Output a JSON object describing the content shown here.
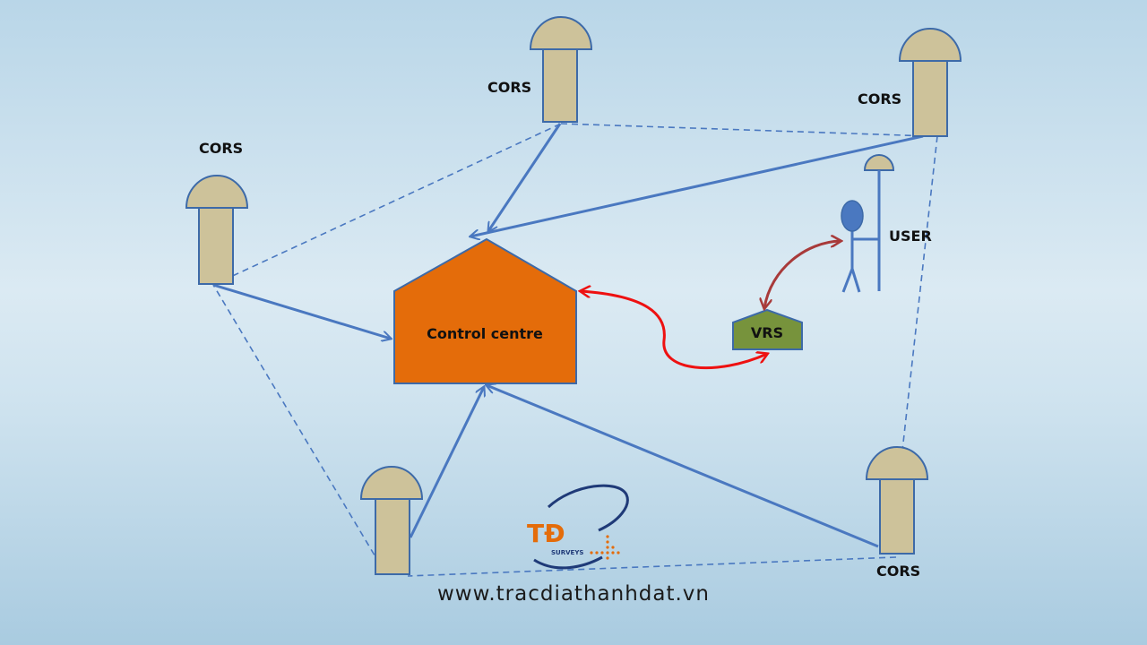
{
  "diagram": {
    "labels": {
      "cors_top_center": "CORS",
      "cors_top_right": "CORS",
      "cors_left": "CORS",
      "cors_bottom_right": "CORS",
      "control_centre": "Control centre",
      "vrs": "VRS",
      "user": "USER"
    },
    "colors": {
      "cors_body": "#cdc29a",
      "cors_stroke": "#3d6aa8",
      "link_line": "#4a78c0",
      "control_centre_fill": "#e46c0a",
      "vrs_fill": "#77933c",
      "red_link": "#ee1111",
      "user_link": "#a83a3a"
    }
  },
  "logo": {
    "text": "TĐ",
    "subtext": "SURVEYS"
  },
  "footer": {
    "url": "www.tracdiathanhdat.vn"
  }
}
